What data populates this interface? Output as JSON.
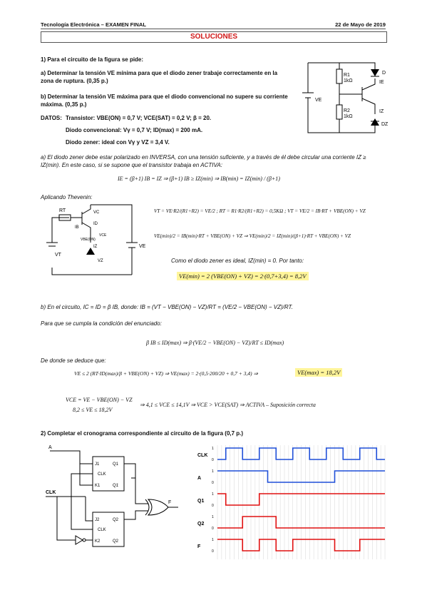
{
  "header": {
    "left": "Tecnología Electrónica – EXAMEN FINAL",
    "right": "22 de Mayo de 2019",
    "title": "SOLUCIONES"
  },
  "q1": {
    "title": "1) Para el circuito de la figura se pide:",
    "a": "a) Determinar la tensión VE mínima para que el diodo zener trabaje correctamente en la zona de ruptura. (0,35 p.)",
    "b": "b) Determinar la tensión VE máxima para que el diodo convencional no supere su corriente máxima. (0,35 p.)",
    "datos_label": "DATOS:",
    "datos_1": "Transistor: VBE(ON) = 0,7 V; VCE(SAT) = 0,2 V; β = 20.",
    "datos_2": "Diodo convencional: Vγ = 0,7 V; ID(max) = 200 mA.",
    "datos_3": "Diodo zener: ideal con Vγ y VZ = 3,4 V."
  },
  "sol_a": {
    "intro": "a) El diodo zener debe estar polarizado en INVERSA, con una tensión suficiente, y a través de él debe circular una corriente IZ ≥ IZ(min). En este caso, si se supone que el transistor trabaja en ACTIVA:",
    "eq1": "IE = (β+1) IB = IZ ⇒ (β+1) IB ≥ IZ(min) ⇒ IB(min) = IZ(min) / (β+1)",
    "thevenin": "Aplicando Thevenin:",
    "eq2": "VT = VE·R2/(R1+R2) = VE/2 ;   RT = R1·R2/(R1+R2) = 0,5KΩ ;   VT = VE/2 = IB·RT + VBE(ON) + VZ",
    "eq3": "VE(min)/2 = IB(min)·RT + VBE(ON) + VZ ⇒ VE(min)/2 = IZ(min)/(β+1)·RT + VBE(ON) + VZ",
    "ideal": "Como el diodo zener es ideal, IZ(min) = 0. Por tanto:",
    "result": "VE(min) = 2 (VBE(ON) + VZ) = 2·(0,7+3,4) = 8,2V"
  },
  "sol_b": {
    "intro": "b) En el circuito, IC = ID = β IB, donde: IB = (VT − VBE(ON) − VZ)/RT = (VE/2 − VBE(ON) − VZ)/RT.",
    "cond": "Para que se cumpla la condición del enunciado:",
    "eq1": "β IB ≤ ID(max) ⇒ β·(VE/2 − VBE(ON) − VZ)/RT ≤ ID(max)",
    "deduce": "De donde se deduce que:",
    "eq2": "VE ≤ 2 (RT·ID(max)/β + VBE(ON) + VZ) ⇒ VE(max) = 2·(0,5·200/20 + 0,7 + 3,4) ⇒",
    "result": "VE(max) = 18,2V",
    "eq3a": "VCE = VE − VBE(ON) − VZ",
    "eq3b": "8,2 ≤ VE ≤ 18,2V",
    "eq3c": "⇒ 4,1 ≤ VCE ≤ 14,1V ⇒ VCE > VCE(SAT) ⇒ ACTIVA – Suposición correcta"
  },
  "q2": {
    "title": "2) Completar el cronograma correspondiente al circuito de la figura (0,7 p.)"
  },
  "circuit1": {
    "R1": "R1",
    "R1v": "1kΩ",
    "R2": "R2",
    "R2v": "1kΩ",
    "VE": "VE",
    "D": "D",
    "IE": "IE",
    "IZ": "IZ",
    "DZ": "DZ"
  },
  "thevenin": {
    "RT": "RT",
    "VT": "VT",
    "IB": "IB",
    "VBE": "VBE(ON)",
    "Vc": "VC",
    "ID": "ID",
    "VCE": "VCE",
    "IZ": "IZ",
    "VZ": "VZ",
    "VE": "VE"
  },
  "logic": {
    "A": "A",
    "CLK": "CLK",
    "F": "F",
    "J1": "J1",
    "Q1": "Q1",
    "CLK1": "CLK",
    "K1": "K1",
    "Q1n": "Q1",
    "J2": "J2",
    "Q2": "Q2",
    "CLK2": "CLK",
    "K2": "K2",
    "Q2n": "Q2"
  },
  "timing": {
    "signals": [
      "CLK",
      "A",
      "Q1",
      "Q2",
      "F"
    ],
    "colors": {
      "CLK": "#1f4fd8",
      "A": "#1f4fd8",
      "Q1": "#e01010",
      "Q2": "#e01010",
      "F": "#e01010"
    },
    "levels": {
      "CLK": [
        [
          0,
          0
        ],
        [
          0.5,
          1
        ],
        [
          1.5,
          0
        ],
        [
          2.5,
          1
        ],
        [
          3.5,
          0
        ],
        [
          4.5,
          1
        ],
        [
          5.5,
          0
        ],
        [
          6.5,
          1
        ],
        [
          7.5,
          0
        ],
        [
          8.5,
          1
        ],
        [
          9.5,
          0
        ],
        [
          10,
          0
        ]
      ],
      "A": [
        [
          0,
          1
        ],
        [
          3,
          0
        ],
        [
          7,
          1
        ],
        [
          10,
          1
        ]
      ],
      "Q1": [
        [
          0,
          1
        ],
        [
          0.5,
          0
        ],
        [
          2.5,
          1
        ],
        [
          10,
          1
        ]
      ],
      "Q2": [
        [
          0,
          0
        ],
        [
          1.5,
          1
        ],
        [
          3.5,
          0
        ],
        [
          10,
          0
        ]
      ],
      "F": [
        [
          0,
          1
        ],
        [
          1.5,
          0
        ],
        [
          2.5,
          1
        ],
        [
          3.5,
          0
        ],
        [
          4.5,
          1
        ],
        [
          7,
          0
        ],
        [
          8.5,
          1
        ],
        [
          10,
          1
        ]
      ]
    }
  }
}
